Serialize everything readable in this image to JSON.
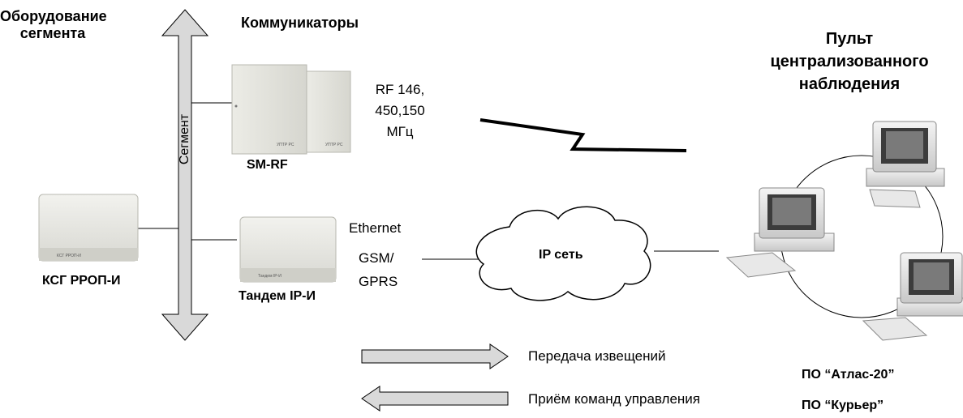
{
  "headings": {
    "segment_equipment_line1": "Оборудование",
    "segment_equipment_line2": "сегмента",
    "communicators": "Коммуникаторы",
    "console_line1": "Пульт",
    "console_line2": "централизованного",
    "console_line3": "наблюдения"
  },
  "bus": {
    "label": "Сегмент"
  },
  "devices": {
    "ksg": {
      "label": "КСГ РРОП-И",
      "panel_text": "КСГ РРОП-И"
    },
    "smrf": {
      "label": "SM-RF",
      "panel_text": "УПТР РС"
    },
    "tandem": {
      "label": "Тандем IP-И",
      "panel_text": "Тандем IP-И"
    }
  },
  "rf": {
    "line1": "RF 146,",
    "line2": "450,150",
    "line3": "МГц"
  },
  "channels": {
    "ethernet": "Ethernet",
    "gsm": "GSM/",
    "gprs": "GPRS"
  },
  "cloud": {
    "label": "IP сеть"
  },
  "legend": {
    "send": "Передача извещений",
    "receive": "Приём команд управления"
  },
  "software": {
    "atlas": "ПО “Атлас-20”",
    "courier": "ПО “Курьер”"
  },
  "colors": {
    "arrow_fill": "#d9d9d9",
    "device_body": "#e9e9e3",
    "stroke": "#000000"
  }
}
